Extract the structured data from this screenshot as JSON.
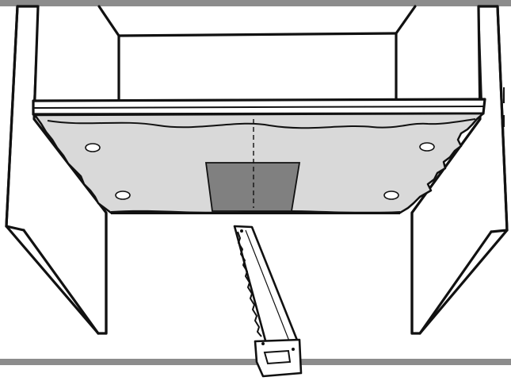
{
  "colors": {
    "background": "#ffffff",
    "outline": "#111111",
    "template_fill": "#d9d9d9",
    "cutout_fill": "#808080",
    "edge_bar": "#8c8c8c",
    "hole_fill": "#ffffff"
  },
  "diagram": {
    "subject": "cabinet-underside-with-template-and-saw",
    "mounting_holes": 4,
    "parts": [
      "cabinet-side-left",
      "cabinet-side-right",
      "cabinet-back",
      "cabinet-bottom-shelf",
      "paper-template",
      "cutout-area",
      "center-line",
      "hand-saw"
    ]
  }
}
